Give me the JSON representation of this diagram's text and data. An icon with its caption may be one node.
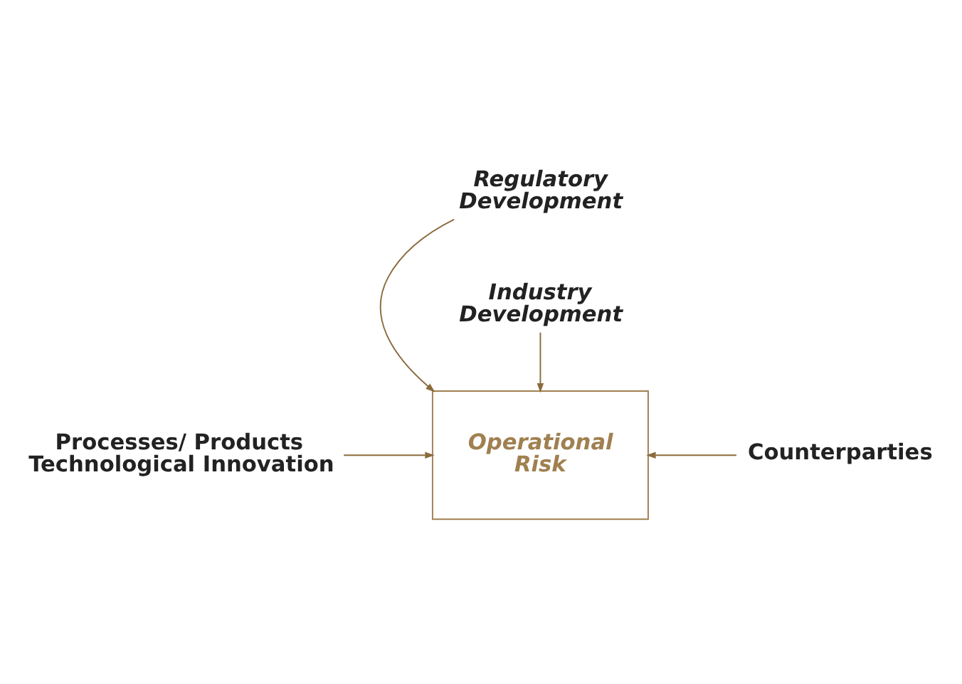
{
  "diagram": {
    "nodes": [
      {
        "text": [
          "Regulatory Development"
        ]
      },
      {
        "text": [
          "Processes/ Products Technological Innovation"
        ]
      },
      {
        "text": [
          "Operational Risk"
        ]
      },
      {
        "text": [
          "Counterparties"
        ]
      },
      {
        "text": [
          "Industry Development"
        ]
      }
    ],
    "edges": [
      {
        "from": 0,
        "to": 2,
        "arrow": "to"
      },
      {
        "from": 1,
        "to": 2,
        "arrow": "to"
      },
      {
        "from": 3,
        "to": 2,
        "arrow": "to"
      },
      {
        "from": 4,
        "to": 2,
        "arrow": "to"
      }
    ]
  }
}
